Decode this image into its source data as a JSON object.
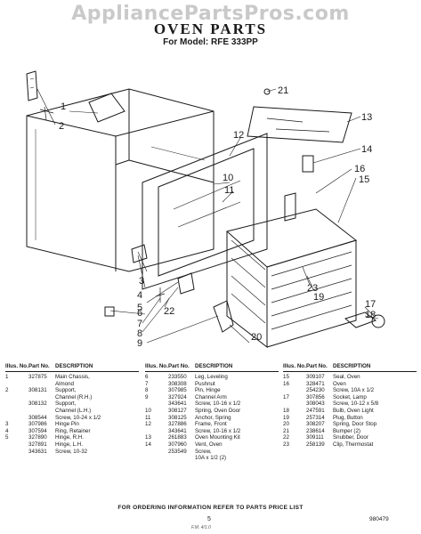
{
  "watermark": "AppliancePartsPros.com",
  "title": "OVEN PARTS",
  "model": "For Model: RFE 333PP",
  "callouts": [
    "1",
    "2",
    "3",
    "4",
    "5",
    "6",
    "7",
    "8",
    "9",
    "10",
    "11",
    "12",
    "13",
    "14",
    "15",
    "16",
    "17",
    "18",
    "19",
    "20",
    "21",
    "22",
    "23"
  ],
  "table_headers": {
    "no": "Illus. No.",
    "part": "Part No.",
    "desc": "DESCRIPTION"
  },
  "parts_columns": [
    [
      [
        "1",
        "327875",
        "Main Chassis,"
      ],
      [
        "",
        "",
        "Almond"
      ],
      [
        "2",
        "308131",
        "Support,"
      ],
      [
        "",
        "",
        "Channel (R.H.)"
      ],
      [
        "",
        "308132",
        "Support,"
      ],
      [
        "",
        "",
        "Channel (L.H.)"
      ],
      [
        "",
        "308544",
        "Screw, 10-24 x 1/2"
      ],
      [
        "3",
        "307986",
        "Hinge Pin"
      ],
      [
        "4",
        "307594",
        "Ring, Retainer"
      ],
      [
        "5",
        "327890",
        "Hinge, R.H."
      ],
      [
        "",
        "327891",
        "Hinge, L.H."
      ],
      [
        "",
        "343631",
        "Screw, 10-32"
      ]
    ],
    [
      [
        "6",
        "233550",
        "Leg, Leveling"
      ],
      [
        "7",
        "308308",
        "Pushnut"
      ],
      [
        "8",
        "307985",
        "Pin, Hinge"
      ],
      [
        "9",
        "327924",
        "Channel Arm"
      ],
      [
        "",
        "343641",
        "Screw, 10-16 x 1/2"
      ],
      [
        "10",
        "308127",
        "Spring, Oven Door"
      ],
      [
        "11",
        "308125",
        "Anchor, Spring"
      ],
      [
        "12",
        "327886",
        "Frame, Front"
      ],
      [
        "",
        "343641",
        "Screw, 10-16 x 1/2"
      ],
      [
        "13",
        "261883",
        "Oven Mounting Kit"
      ],
      [
        "14",
        "307960",
        "Vent, Oven"
      ],
      [
        "",
        "253549",
        "Screw,"
      ],
      [
        "",
        "",
        "10A x 1/2 (2)"
      ]
    ],
    [
      [
        "15",
        "309107",
        "Seal, Oven"
      ],
      [
        "16",
        "328471",
        "Oven"
      ],
      [
        "",
        "254230",
        "Screw, 10A x 1/2"
      ],
      [
        "17",
        "307856",
        "Socket, Lamp"
      ],
      [
        "",
        "308043",
        "Screw, 10-12 x 5/8"
      ],
      [
        "18",
        "247591",
        "Bulb, Oven Light"
      ],
      [
        "19",
        "257314",
        "Plug, Button"
      ],
      [
        "20",
        "308207",
        "Spring, Door Stop"
      ],
      [
        "21",
        "238614",
        "Bumper (2)"
      ],
      [
        "22",
        "309111",
        "Snubber, Door"
      ],
      [
        "23",
        "258139",
        "Clip, Thermostat"
      ]
    ]
  ],
  "footer": "FOR ORDERING INFORMATION REFER TO PARTS PRICE LIST",
  "page_number": "5",
  "doc_number": "980479",
  "stamp": "F.M. 4/1.0"
}
